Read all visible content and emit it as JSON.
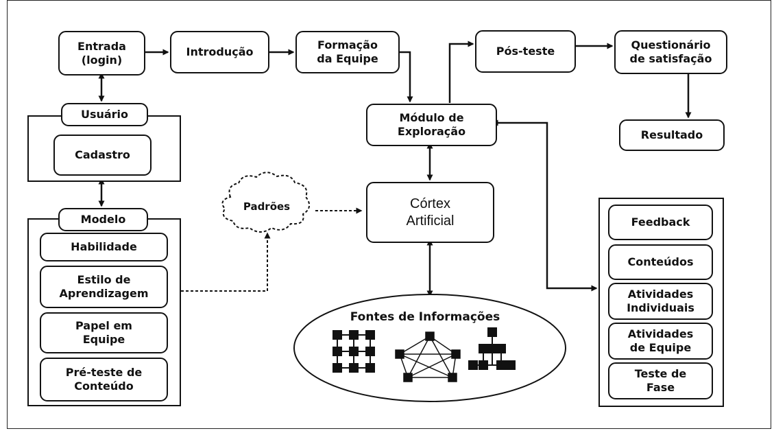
{
  "nodes": {
    "entrada": "Entrada\n(login)",
    "introducao": "Introdução",
    "formacao": "Formação\nda Equipe",
    "pos_teste": "Pós-teste",
    "questionario": "Questionário\nde satisfação",
    "resultado": "Resultado",
    "modulo": "Módulo de\nExploração",
    "cortex": "Córtex\nArtificial",
    "padroes": "Padrões",
    "fontes": "Fontes de Informações"
  },
  "usuario": {
    "title": "Usuário",
    "items": [
      "Cadastro"
    ]
  },
  "modelo": {
    "title": "Modelo",
    "items": [
      "Habilidade",
      "Estilo de\nAprendizagem",
      "Papel em\nEquipe",
      "Pré-teste de\nConteúdo"
    ]
  },
  "conteudo_panel": {
    "items": [
      "Feedback",
      "Conteúdos",
      "Atividades\nIndividuais",
      "Atividades\nde Equipe",
      "Teste de\nFase"
    ]
  },
  "colors": {
    "line": "#111111",
    "background": "#ffffff"
  }
}
